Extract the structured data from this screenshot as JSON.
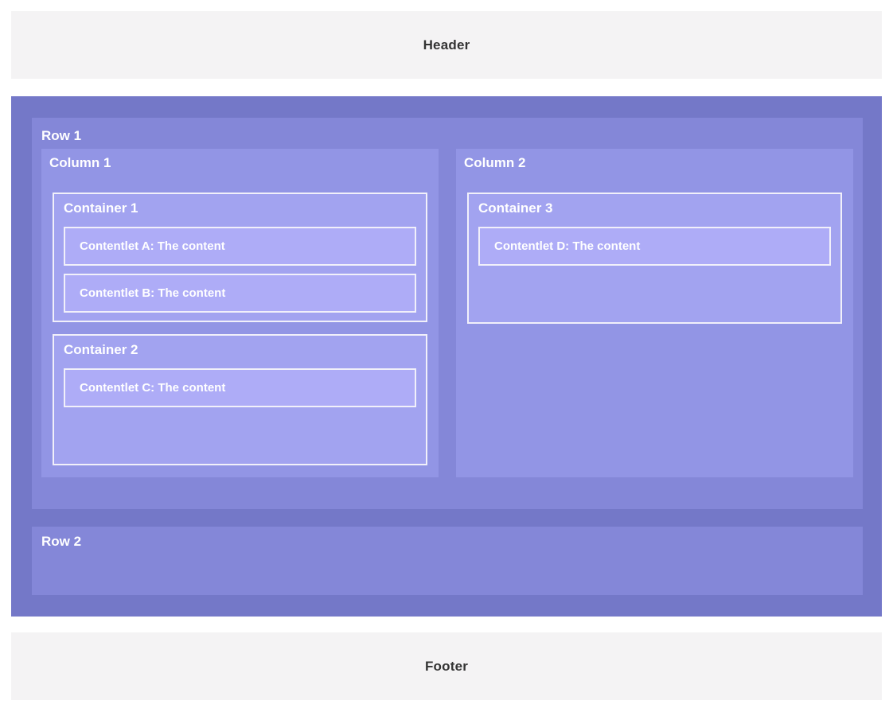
{
  "header": {
    "label": "Header"
  },
  "footer": {
    "label": "Footer"
  },
  "layout": {
    "rows": [
      {
        "label": "Row 1",
        "columns": [
          {
            "label": "Column 1",
            "containers": [
              {
                "label": "Container 1",
                "contentlets": [
                  {
                    "text": "Contentlet A: The content"
                  },
                  {
                    "text": "Contentlet B: The content"
                  }
                ]
              },
              {
                "label": "Container 2",
                "contentlets": [
                  {
                    "text": "Contentlet C: The content"
                  }
                ]
              }
            ]
          },
          {
            "label": "Column 2",
            "containers": [
              {
                "label": "Container 3",
                "contentlets": [
                  {
                    "text": "Contentlet D: The content"
                  }
                ]
              }
            ]
          }
        ]
      },
      {
        "label": "Row 2",
        "columns": []
      }
    ]
  },
  "colors": {
    "page_background": "#ffffff",
    "header_footer_background": "#f4f3f4",
    "header_footer_text": "#333333",
    "body_background": "#7478c8",
    "row_background": "#8487d8",
    "column_background": "#9295e5",
    "container_background": "#a2a3f0",
    "contentlet_background": "#aeacf7",
    "box_border": "#f1f0fa",
    "label_text": "#ffffff"
  }
}
